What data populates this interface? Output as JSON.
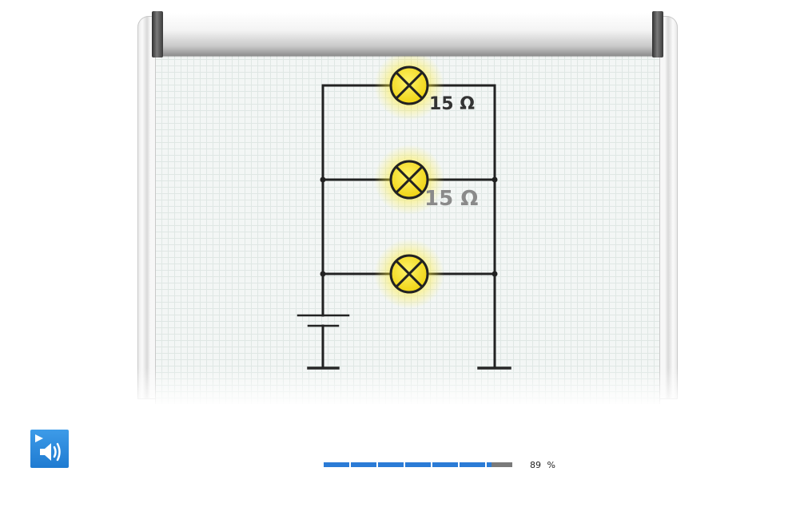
{
  "colors": {
    "wire": "#222222",
    "bulb_fill": "#f2dd1a",
    "bulb_glow": "#ffe900",
    "progress_fill": "#2b7bd6",
    "progress_track": "#7a7a7a",
    "audio_button": "#1f7bd1"
  },
  "circuit": {
    "bulbs": [
      {
        "name": "lamp-top",
        "resistance_label": "15 Ω"
      },
      {
        "name": "lamp-middle",
        "resistance_label": "15 Ω"
      },
      {
        "name": "lamp-bottom",
        "resistance_label": ""
      }
    ]
  },
  "controls": {
    "audio_icon": "play-speaker-icon"
  },
  "progress": {
    "value_percent": 89,
    "value_text": "89",
    "unit": "%"
  }
}
